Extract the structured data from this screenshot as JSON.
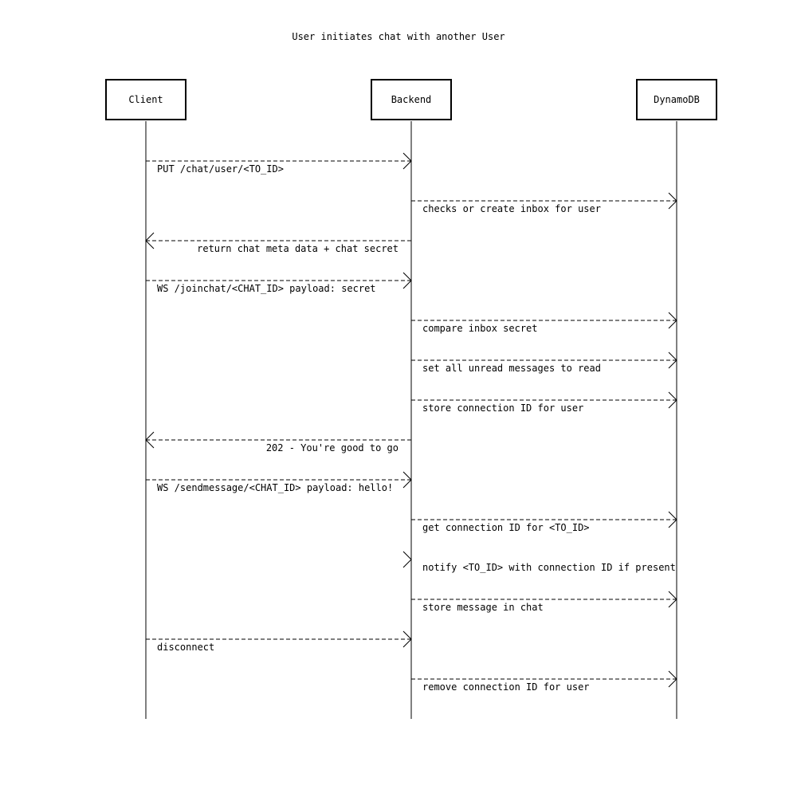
{
  "title": "User initiates chat with another User",
  "actors": [
    {
      "id": "client",
      "label": "Client"
    },
    {
      "id": "backend",
      "label": "Backend"
    },
    {
      "id": "dynamodb",
      "label": "DynamoDB"
    }
  ],
  "messages": [
    {
      "from": "client",
      "to": "backend",
      "label": "PUT /chat/user/<TO_ID>"
    },
    {
      "from": "backend",
      "to": "dynamodb",
      "label": "checks or create inbox for user"
    },
    {
      "from": "backend",
      "to": "client",
      "label": "return chat meta data + chat secret"
    },
    {
      "from": "client",
      "to": "backend",
      "label": "WS /joinchat/<CHAT_ID> payload: secret"
    },
    {
      "from": "backend",
      "to": "dynamodb",
      "label": "compare inbox secret"
    },
    {
      "from": "backend",
      "to": "dynamodb",
      "label": "set all unread messages to read"
    },
    {
      "from": "backend",
      "to": "dynamodb",
      "label": "store connection ID for user"
    },
    {
      "from": "backend",
      "to": "client",
      "label": "202 - You're good to go"
    },
    {
      "from": "client",
      "to": "backend",
      "label": "WS /sendmessage/<CHAT_ID> payload: hello!"
    },
    {
      "from": "backend",
      "to": "dynamodb",
      "label": "get connection ID for <TO_ID>"
    },
    {
      "from": "backend",
      "to": "backend",
      "label": "notify <TO_ID> with connection ID if present"
    },
    {
      "from": "backend",
      "to": "dynamodb",
      "label": "store message in chat"
    },
    {
      "from": "client",
      "to": "backend",
      "label": "disconnect"
    },
    {
      "from": "backend",
      "to": "dynamodb",
      "label": "remove connection ID for user"
    }
  ]
}
